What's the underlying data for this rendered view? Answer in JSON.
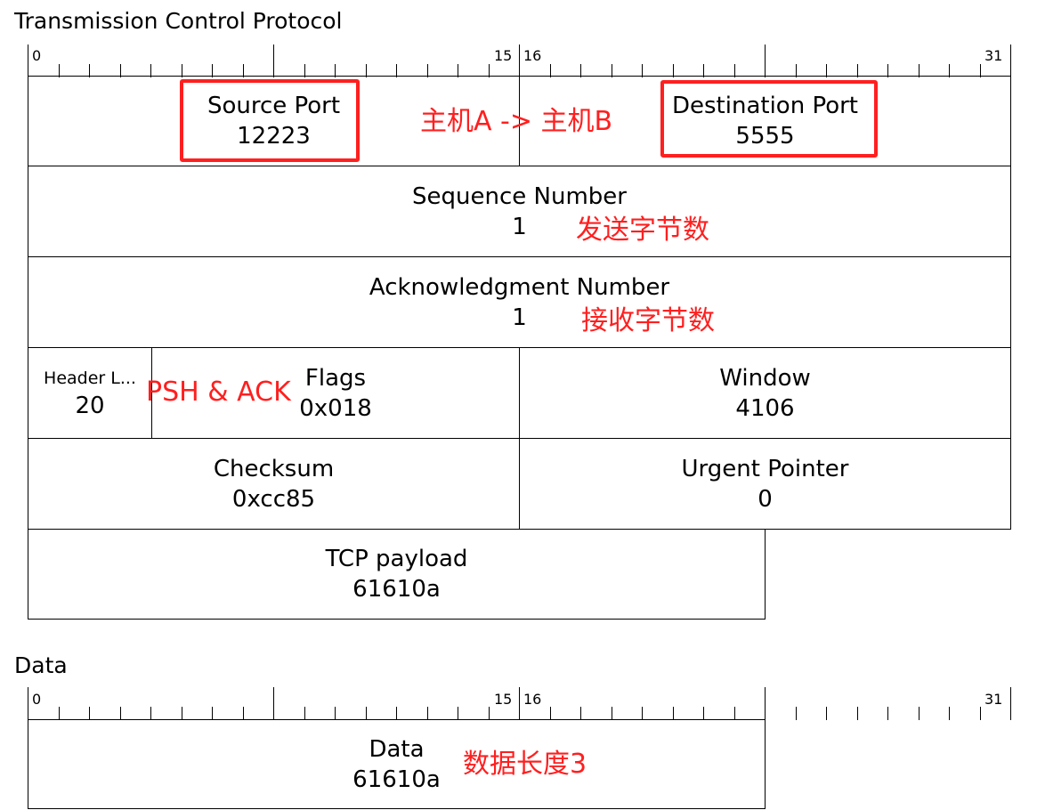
{
  "tcp_section": {
    "title": "Transmission Control Protocol",
    "ruler": {
      "start": "0",
      "mid_left": "15",
      "mid_right": "16",
      "end": "31"
    },
    "fields": {
      "source_port": {
        "label": "Source Port",
        "value": "12223"
      },
      "destination_port": {
        "label": "Destination Port",
        "value": "5555"
      },
      "sequence_number": {
        "label": "Sequence Number",
        "value": "1"
      },
      "acknowledgment_number": {
        "label": "Acknowledgment Number",
        "value": "1"
      },
      "header_length": {
        "label": "Header L...",
        "value": "20"
      },
      "flags": {
        "label": "Flags",
        "value": "0x018"
      },
      "window": {
        "label": "Window",
        "value": "4106"
      },
      "checksum": {
        "label": "Checksum",
        "value": "0xcc85"
      },
      "urgent_pointer": {
        "label": "Urgent Pointer",
        "value": "0"
      },
      "tcp_payload": {
        "label": "TCP payload",
        "value": "61610a"
      }
    },
    "annotations": {
      "ports": "主机A -> 主机B",
      "sequence": "发送字节数",
      "acknowledgment": "接收字节数",
      "flags": "PSH & ACK"
    }
  },
  "data_section": {
    "title": "Data",
    "ruler": {
      "start": "0",
      "mid_left": "15",
      "mid_right": "16",
      "end": "31"
    },
    "fields": {
      "data": {
        "label": "Data",
        "value": "61610a"
      }
    },
    "annotations": {
      "length": "数据长度3"
    }
  },
  "colors": {
    "annotation": "#ff1f1f",
    "border": "#000000"
  }
}
